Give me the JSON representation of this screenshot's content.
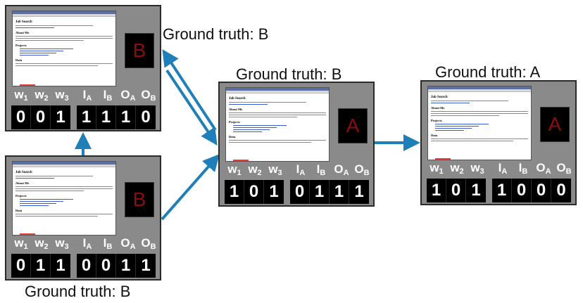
{
  "colors": {
    "panel": "#8a8a8a",
    "arrow": "#1f7fb8",
    "badge_text": "#8b0d0d"
  },
  "webpage": {
    "h1": "Job Search",
    "h2a": "About Me",
    "h2b": "Projects",
    "h2c": "Data"
  },
  "labels": {
    "w1": "w",
    "w2": "w",
    "w3": "w",
    "IA": "I",
    "IB": "I",
    "OA": "O",
    "OB": "O",
    "sub_1": "1",
    "sub_2": "2",
    "sub_3": "3",
    "sub_A": "A",
    "sub_B": "B"
  },
  "panels": [
    {
      "id": "top-left",
      "badge": "B",
      "w": [
        "0",
        "0",
        "1"
      ],
      "io": [
        "1",
        "1",
        "1",
        "0"
      ],
      "ground_truth": "Ground truth: B"
    },
    {
      "id": "bottom-left",
      "badge": "B",
      "w": [
        "0",
        "1",
        "1"
      ],
      "io": [
        "0",
        "0",
        "1",
        "1"
      ],
      "ground_truth": "Ground truth: B"
    },
    {
      "id": "middle",
      "badge": "A",
      "w": [
        "1",
        "0",
        "1"
      ],
      "io": [
        "0",
        "1",
        "1",
        "1"
      ],
      "ground_truth": "Ground truth: B"
    },
    {
      "id": "right",
      "badge": "A",
      "w": [
        "1",
        "0",
        "1"
      ],
      "io": [
        "1",
        "0",
        "0",
        "0"
      ],
      "ground_truth": "Ground truth: A"
    }
  ]
}
